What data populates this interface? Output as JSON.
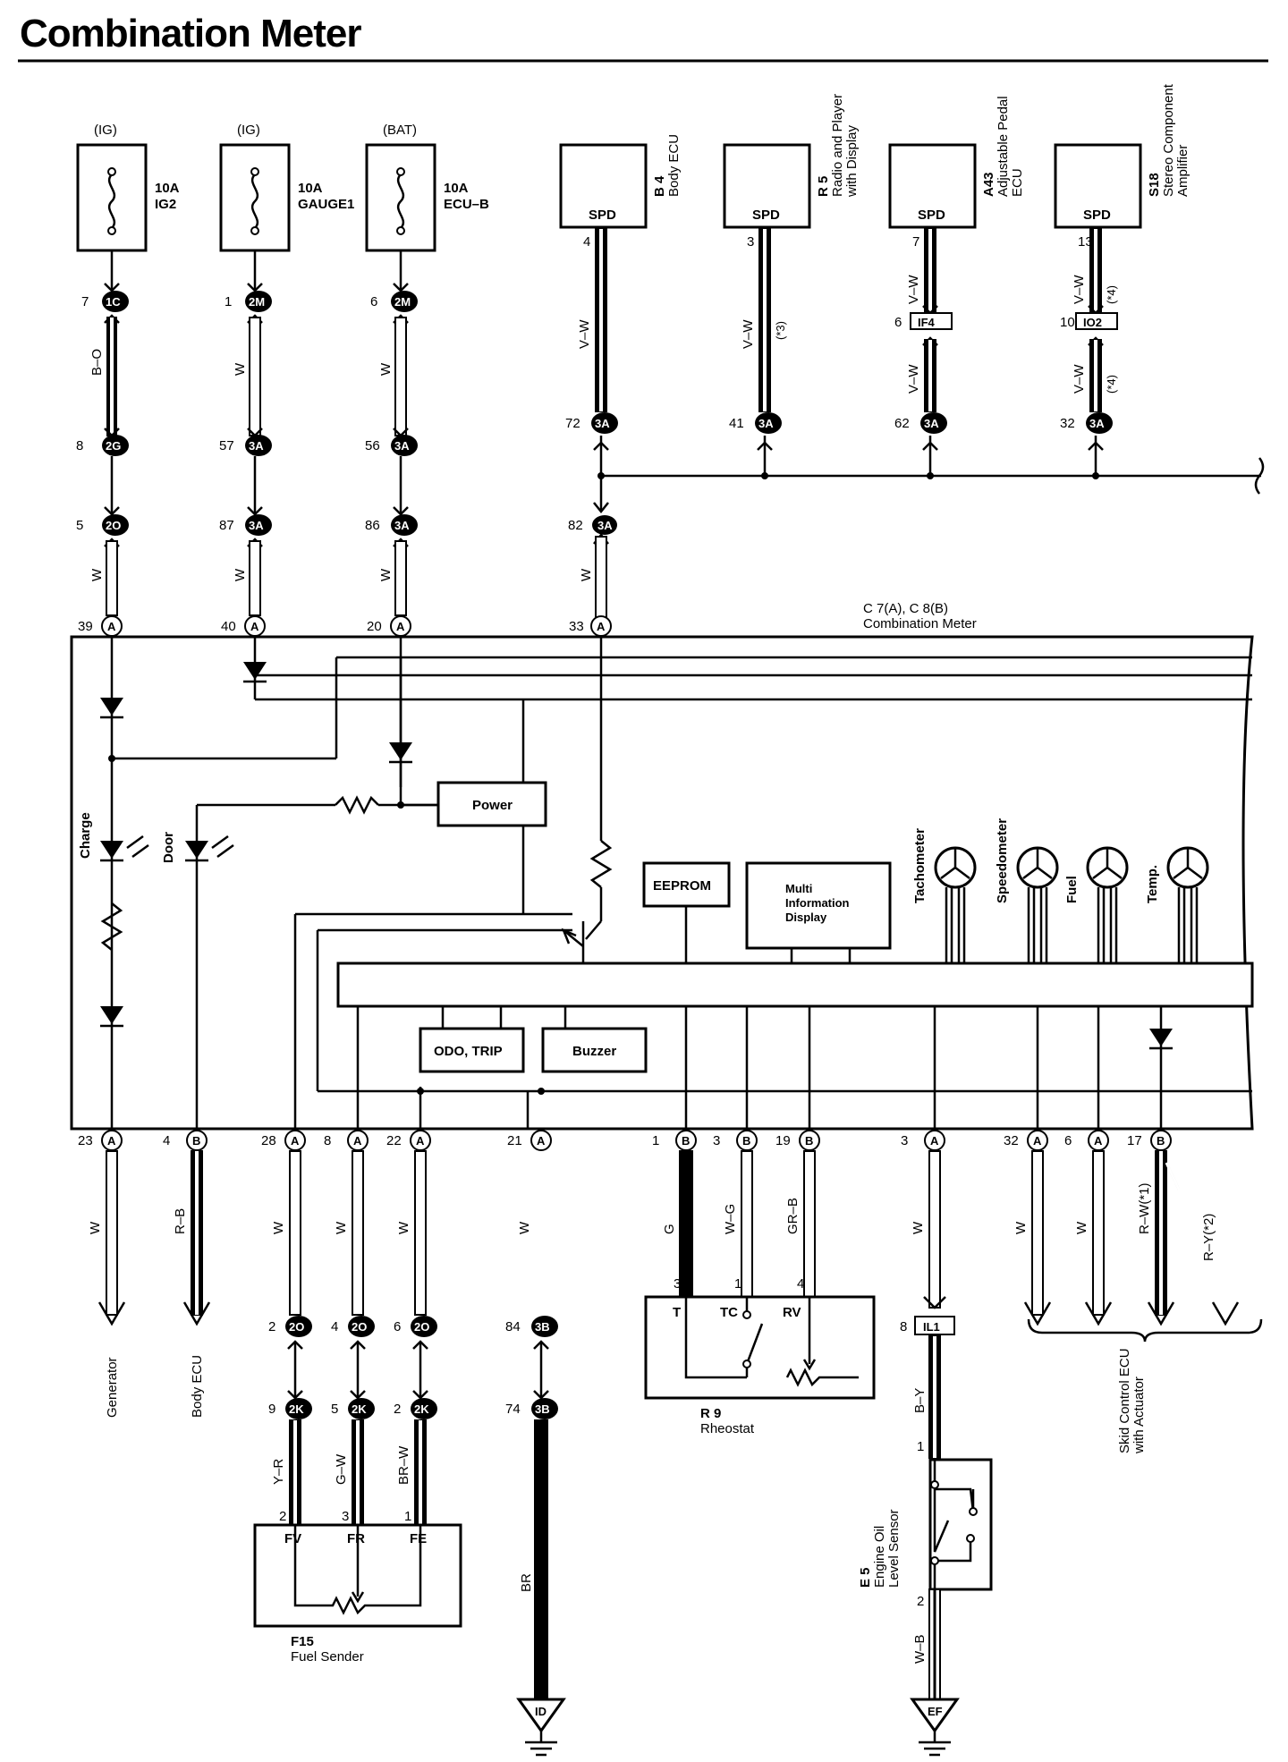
{
  "title": "Combination Meter",
  "fuses": [
    {
      "source": "(IG)",
      "rating": "10A",
      "name": "IG2",
      "conn": "1C",
      "pin": "7",
      "wire": "B–O",
      "j1_conn": "2G",
      "j1_pin": "8",
      "j2_conn": "2O",
      "j2_pin": "5",
      "wire2": "W",
      "meter_pin": "39"
    },
    {
      "source": "(IG)",
      "rating": "10A",
      "name": "GAUGE1",
      "conn": "2M",
      "pin": "1",
      "wire": "W",
      "j1_conn": "3A",
      "j1_pin": "57",
      "j2_conn": "3A",
      "j2_pin": "87",
      "wire2": "W",
      "meter_pin": "40"
    },
    {
      "source": "(BAT)",
      "rating": "10A",
      "name": "ECU–B",
      "conn": "2M",
      "pin": "6",
      "wire": "W",
      "j1_conn": "3A",
      "j1_pin": "56",
      "j2_conn": "3A",
      "j2_pin": "86",
      "wire2": "W",
      "meter_pin": "20"
    }
  ],
  "spd_units": [
    {
      "label": "SPD",
      "code": "B 4",
      "name1": "Body ECU",
      "name2": "",
      "pin": "4",
      "wire": "V–W",
      "j_pin": "72",
      "j_conn": "3A"
    },
    {
      "label": "SPD",
      "code": "R 5",
      "name1": "Radio and Player",
      "name2": "with Display",
      "pin": "3",
      "wire": "V–W",
      "note": "(*3)",
      "j_pin": "41",
      "j_conn": "3A"
    },
    {
      "label": "SPD",
      "code": "A43",
      "name1": "Adjustable Pedal",
      "name2": "ECU",
      "pin": "7",
      "wire": "V–W",
      "mid_pin": "6",
      "mid_conn": "IF4",
      "wire_b": "V–W",
      "j_pin": "62",
      "j_conn": "3A"
    },
    {
      "label": "SPD",
      "code": "S18",
      "name1": "Stereo Component",
      "name2": "Amplifier",
      "pin": "13",
      "wire": "V–W",
      "note": "(*4)",
      "mid_pin": "10",
      "mid_conn": "IO2",
      "wire_b": "V–W",
      "note_b": "(*4)",
      "j_pin": "32",
      "j_conn": "3A"
    }
  ],
  "spd_join": {
    "pin": "82",
    "conn": "3A",
    "wire": "W",
    "meter_pin": "33"
  },
  "meter": {
    "code": "C 7(A), C 8(B)",
    "name": "Combination Meter"
  },
  "internal": {
    "power": "Power",
    "eeprom": "EEPROM",
    "mid1": "Multi",
    "mid2": "Information",
    "mid3": "Display",
    "odo": "ODO, TRIP",
    "buzzer": "Buzzer",
    "charge": "Charge",
    "door": "Door",
    "gauges": [
      "Tachometer",
      "Speedometer",
      "Fuel",
      "Temp."
    ]
  },
  "bottom_pins": [
    {
      "pin": "23",
      "conn": "A",
      "wire": "W"
    },
    {
      "pin": "4",
      "conn": "B",
      "wire": "R–B"
    },
    {
      "pin": "28",
      "conn": "A",
      "wire": "W"
    },
    {
      "pin": "8",
      "conn": "A",
      "wire": "W"
    },
    {
      "pin": "22",
      "conn": "A",
      "wire": "W"
    },
    {
      "pin": "21",
      "conn": "A",
      "wire": "W"
    },
    {
      "pin": "1",
      "conn": "B",
      "wire": "G"
    },
    {
      "pin": "3",
      "conn": "B",
      "wire": "W–G"
    },
    {
      "pin": "19",
      "conn": "B",
      "wire": "GR–B"
    },
    {
      "pin": "3",
      "conn": "A",
      "wire": "W"
    },
    {
      "pin": "32",
      "conn": "A",
      "wire": "W"
    },
    {
      "pin": "6",
      "conn": "A",
      "wire": "W"
    },
    {
      "pin": "17",
      "conn": "B",
      "wire": "R–W(*1)",
      "wire_alt": "R–Y(*2)"
    }
  ],
  "destinations": {
    "generator": "Generator",
    "body_ecu": "Body ECU",
    "skid1": "Skid Control ECU",
    "skid2": "with Actuator"
  },
  "fuel_sender": {
    "code": "F15",
    "name": "Fuel Sender",
    "j1": [
      {
        "pin": "2",
        "conn": "2O"
      },
      {
        "pin": "4",
        "conn": "2O"
      },
      {
        "pin": "6",
        "conn": "2O"
      }
    ],
    "j2": [
      {
        "pin": "9",
        "conn": "2K",
        "wire": "Y–R"
      },
      {
        "pin": "5",
        "conn": "2K",
        "wire": "G–W"
      },
      {
        "pin": "2",
        "conn": "2K",
        "wire": "BR–W"
      }
    ],
    "pins": [
      "2",
      "3",
      "1"
    ],
    "terms": [
      "FV",
      "FR",
      "FE"
    ]
  },
  "ground_id": {
    "pin1": "84",
    "conn1": "3B",
    "pin2": "74",
    "conn2": "3B",
    "wire": "BR",
    "label": "ID"
  },
  "rheostat": {
    "code": "R 9",
    "name": "Rheostat",
    "pins": [
      "3",
      "1",
      "4"
    ],
    "terms": [
      "T",
      "TC",
      "RV"
    ]
  },
  "oil_sensor": {
    "code": "E 5",
    "name1": "Engine Oil",
    "name2": "Level Sensor",
    "conn_pin": "8",
    "conn": "IL1",
    "wire": "B–Y",
    "pin1": "1",
    "pin2": "2",
    "wire2": "W–B",
    "ground": "EF"
  }
}
